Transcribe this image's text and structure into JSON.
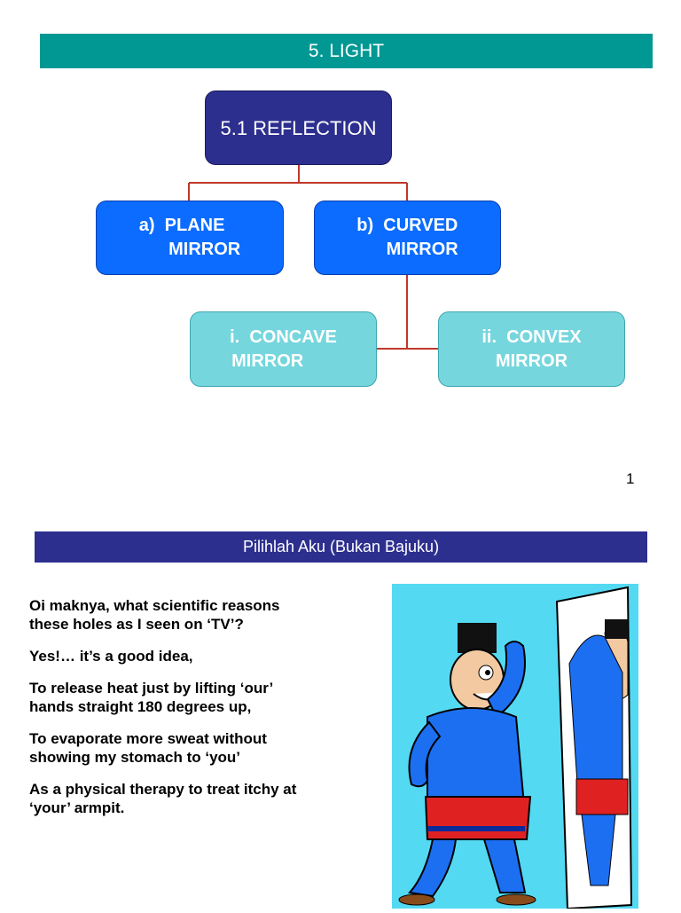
{
  "slide1": {
    "title": "5. LIGHT",
    "root": "5.1 REFLECTION",
    "plane_line1": "a)  PLANE",
    "plane_line2": "      MIRROR",
    "curved_line1": "b)  CURVED",
    "curved_line2": "      MIRROR",
    "concave_line1": "i.  CONCAVE",
    "concave_line2": "MIRROR",
    "convex_line1": "ii.  CONVEX",
    "convex_line2": "MIRROR",
    "page_number": "1"
  },
  "slide2": {
    "title": "Pilihlah Aku (Bukan Bajuku)",
    "paragraphs": [
      "Oi maknya, what scientific reasons\nthese holes as I seen on ‘TV’?",
      "Yes!… it’s a good idea,",
      "To release heat just by lifting ‘our’\nhands straight 180 degrees up,",
      "To evaporate more sweat without\nshowing my stomach to ‘you’",
      "As a physical therapy to treat itchy at\n‘your’ armpit."
    ]
  },
  "colors": {
    "title_bar": "#019894",
    "root_box": "#2d2f8f",
    "blue_box": "#0b6cff",
    "teal_box": "#76d6dd",
    "connector": "#c0392b",
    "cartoon_bg": "#54d9f2"
  },
  "icons": {
    "cartoon": "man-in-baju-mirror-illustration"
  }
}
